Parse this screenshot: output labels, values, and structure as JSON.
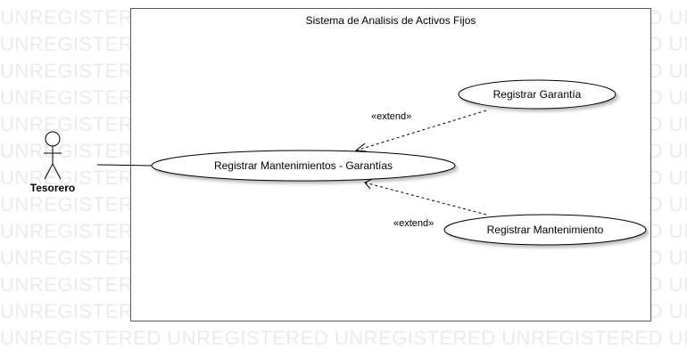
{
  "watermark": {
    "text": "UNREGISTERED UNREGISTERED UNREGISTERED UNREGISTERED UNREGISTERED"
  },
  "system": {
    "title": "Sistema de Analisis de Activos Fijos"
  },
  "actor": {
    "name": "Tesorero"
  },
  "use_cases": {
    "main": "Registrar Mantenimientos - Garantías",
    "garantia": "Registrar Garantía",
    "mantenimiento": "Registrar Mantenimiento"
  },
  "relations": {
    "extend_garantia": "«extend»",
    "extend_mantenimiento": "«extend»"
  }
}
